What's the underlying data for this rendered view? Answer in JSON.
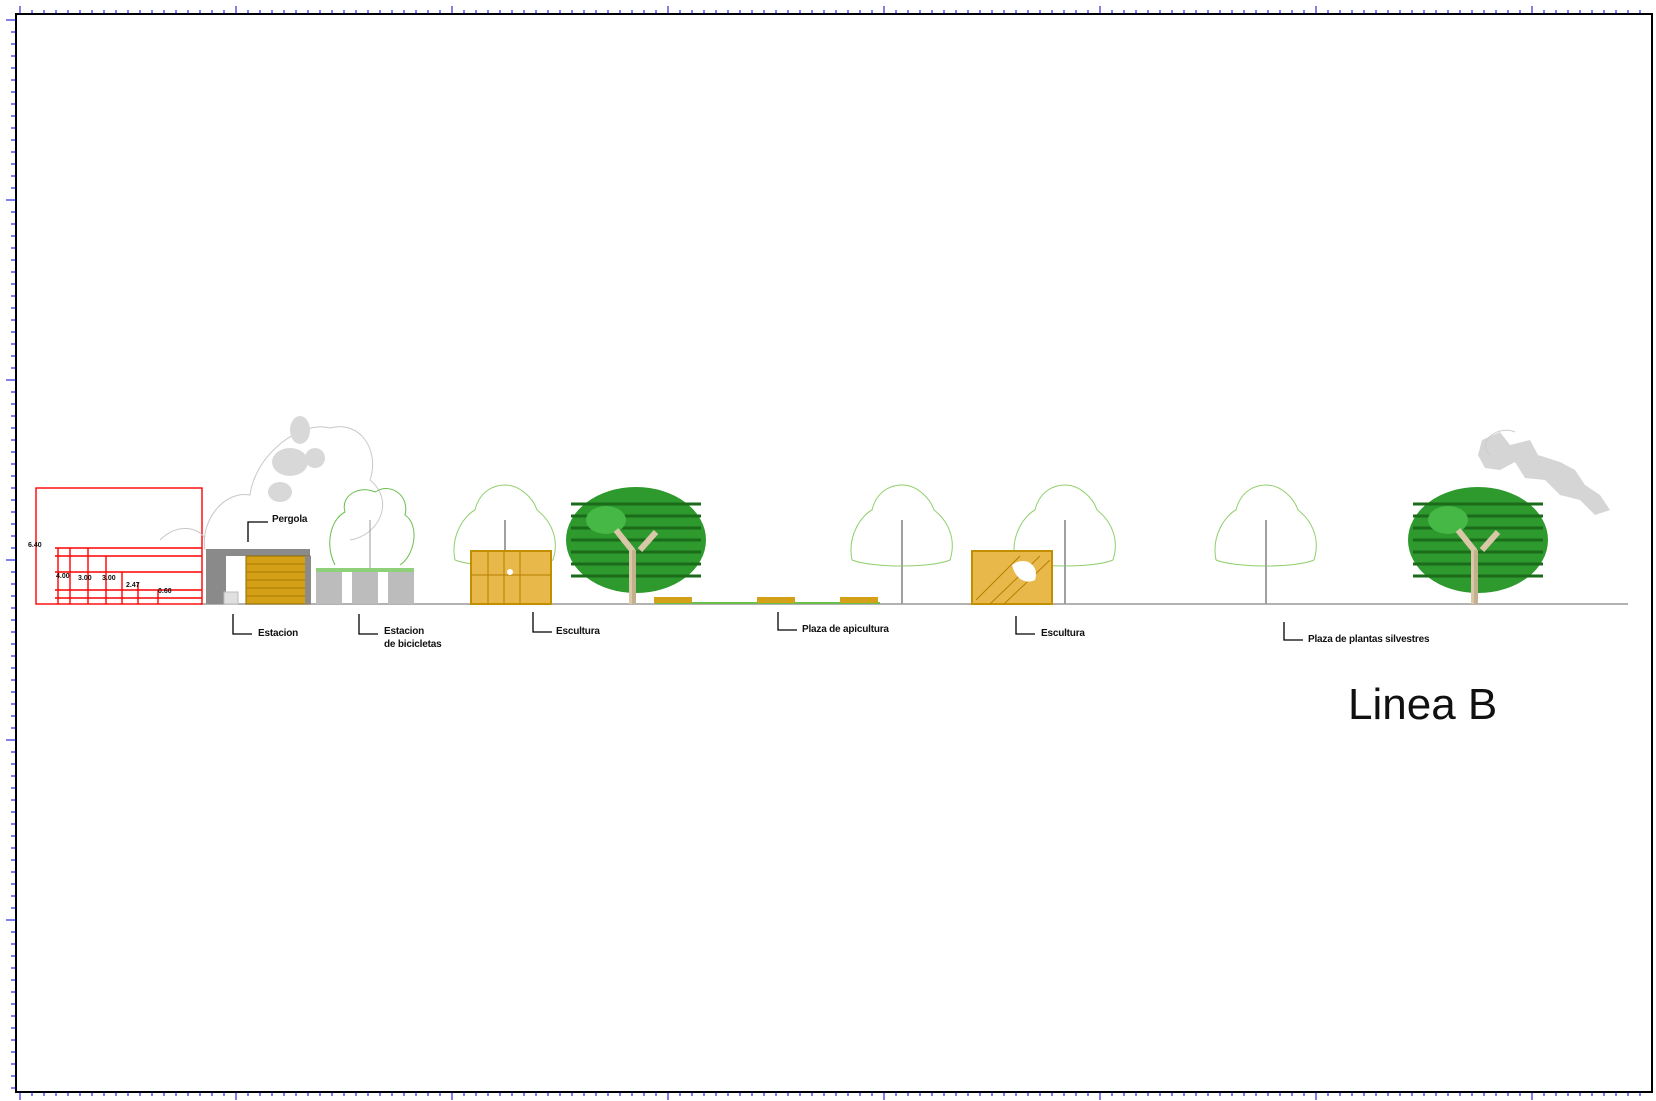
{
  "drawing": {
    "title": "Linea B",
    "labels": {
      "pergola": "Pergola",
      "estacion": "Estacion",
      "estacion_bicicletas_1": "Estacion",
      "estacion_bicicletas_2": "de bicicletas",
      "escultura_1": "Escultura",
      "plaza_apicultura": "Plaza de apicultura",
      "escultura_2": "Escultura",
      "plaza_plantas": "Plaza de plantas silvestres"
    },
    "dimensions": {
      "d1": "6.40",
      "d2": "4.00",
      "d3": "3.00",
      "d4": "3.00",
      "d5": "2.47",
      "d6": "0.60"
    }
  },
  "colors": {
    "frame": "#000000",
    "ruler_ticks": "#0000cc",
    "dimension_red": "#ff0000",
    "wood": "#d4a017",
    "tree_dark_green": "#1f8a1f",
    "tree_outline_green": "#6abf4b",
    "grey": "#b0b0b0",
    "ground": "#999999"
  }
}
